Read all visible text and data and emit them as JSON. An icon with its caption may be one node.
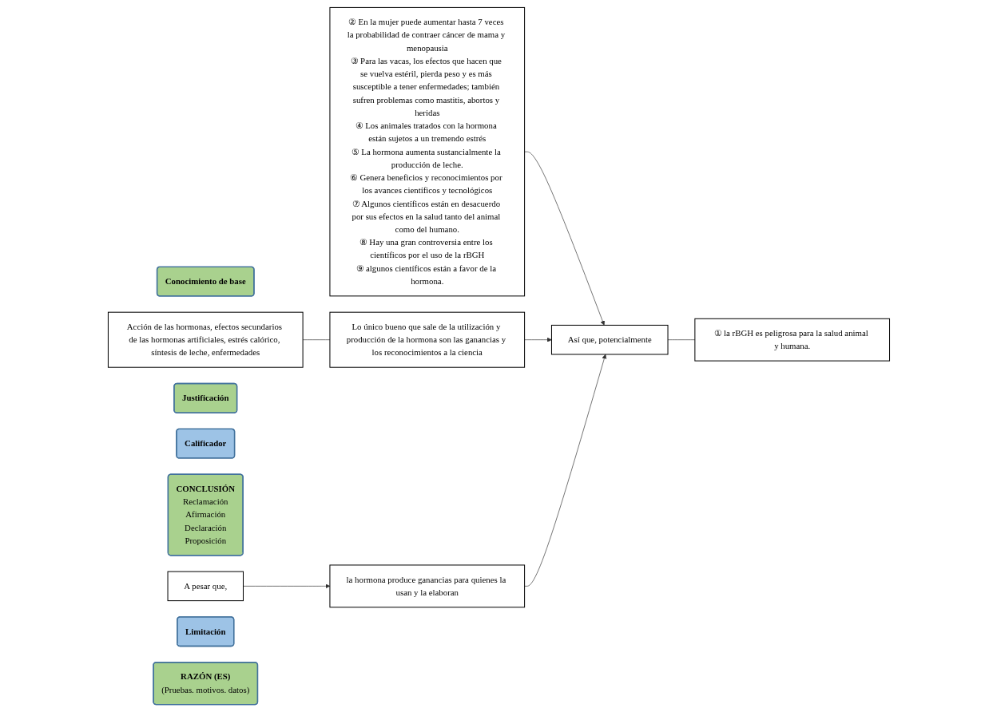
{
  "diagram": {
    "nodes": [
      {
        "text": [
          "Conocimiento de base"
        ]
      },
      {
        "text": [
          "Acción de las hormonas, efectos secundarios de las hormonas artificiales, estrés calórico, síntesis de leche, enfermedades"
        ]
      },
      {
        "text": [
          "Justificación"
        ]
      },
      {
        "text": [
          "Lo único bueno que sale de la utilización y producción de la hormona son las ganancias y los reconocimientos a la ciencia"
        ]
      },
      {
        "text": [
          "② En la mujer puede aumentar hasta 7 veces la probabilidad de contraer cáncer de mama y menopausia",
          "③ Para las vacas, los efectos que hacen que se vuelva estéril, pierda peso y es más susceptible a tener enfermedades; también sufren problemas como mastitis, abortos y heridas",
          "④ Los animales tratados con la hormona están sujetos a un tremendo estrés",
          "⑤ La hormona aumenta sustancialmente la producción de leche.",
          "⑥ Genera beneficios y reconocimientos por los avances científicos y tecnológicos",
          "⑦ Algunos científicos están en desacuerdo por sus efectos en la salud tanto del animal como del humano.",
          "⑧ Hay una gran controversia entre los científicos por el uso de la rBGH",
          "⑨ algunos científicos están a favor de la hormona."
        ]
      },
      {
        "text": [
          "Calificador"
        ]
      },
      {
        "text": [
          "Así que, potencialmente"
        ]
      },
      {
        "text": [
          "① la rBGH es peligrosa para la salud animal y humana."
        ]
      },
      {
        "text": [
          "CONCLUSIÓN",
          "Reclamación",
          "Afirmación",
          "Declaración",
          "Proposición"
        ]
      },
      {
        "text": [
          "la hormona produce ganancias para quienes la usan y la elaboran"
        ]
      },
      {
        "text": [
          "A pesar que,"
        ]
      },
      {
        "text": [
          "Limitación"
        ]
      },
      {
        "text": [
          "RAZÓN (ES)",
          "(Pruebas. motivos. datos)"
        ]
      }
    ],
    "edges": [
      {
        "from": 1,
        "to": 3,
        "arrow": "none"
      },
      {
        "from": 4,
        "to": 6,
        "arrow": "to"
      },
      {
        "from": 3,
        "to": 6,
        "arrow": "to"
      },
      {
        "from": 6,
        "to": 7,
        "arrow": "none"
      },
      {
        "from": 9,
        "to": 6,
        "arrow": "to"
      },
      {
        "from": 10,
        "to": 9,
        "arrow": "to"
      }
    ]
  }
}
